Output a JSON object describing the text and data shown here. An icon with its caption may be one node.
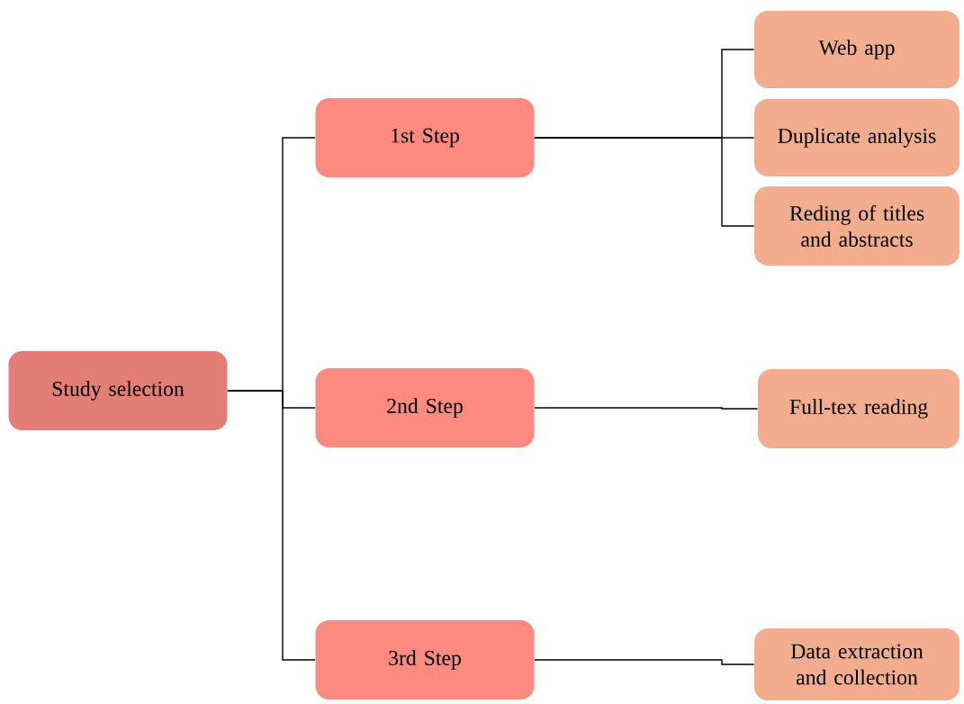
{
  "diagram": {
    "nodes": [
      {
        "text": [
          "Study selection"
        ]
      },
      {
        "text": [
          "1st Step"
        ]
      },
      {
        "text": [
          "2nd Step"
        ]
      },
      {
        "text": [
          "3rd Step"
        ]
      },
      {
        "text": [
          "Web app"
        ]
      },
      {
        "text": [
          "Duplicate analysis"
        ]
      },
      {
        "text": [
          "Reding of titles and abstracts"
        ]
      },
      {
        "text": [
          "Full-tex reading"
        ]
      },
      {
        "text": [
          "Data extraction and collection"
        ]
      }
    ],
    "edges": [
      {
        "from": 0,
        "to": 1,
        "arrow": "none"
      },
      {
        "from": 0,
        "to": 2,
        "arrow": "none"
      },
      {
        "from": 0,
        "to": 3,
        "arrow": "none"
      },
      {
        "from": 1,
        "to": 4,
        "arrow": "none"
      },
      {
        "from": 1,
        "to": 5,
        "arrow": "none"
      },
      {
        "from": 1,
        "to": 6,
        "arrow": "none"
      },
      {
        "from": 2,
        "to": 7,
        "arrow": "none"
      },
      {
        "from": 3,
        "to": 8,
        "arrow": "none"
      }
    ]
  }
}
